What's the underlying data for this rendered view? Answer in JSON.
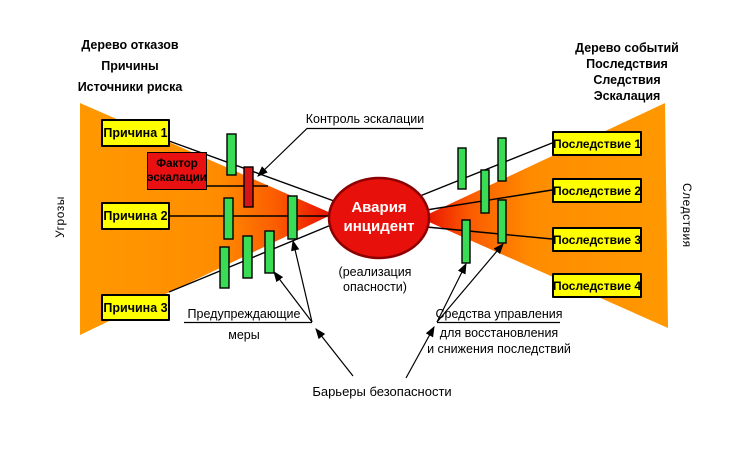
{
  "header_left": {
    "lines": [
      "Дерево отказов",
      "Причины",
      "Источники риска"
    ]
  },
  "header_right": {
    "lines": [
      "Дерево  событий",
      "Последствия",
      "Следствия",
      "Эскалация"
    ]
  },
  "side_left": "Угрозы",
  "side_right": "Следствия",
  "causes": [
    "Причина 1",
    "Причина 2",
    "Причина 3"
  ],
  "consequences": [
    "Последствие 1",
    "Последствие 2",
    "Последствие 3",
    "Последствие 4"
  ],
  "escalation_factor": {
    "lines": [
      "Фактор",
      "эскалации"
    ]
  },
  "center_event": {
    "lines": [
      "Авария",
      "инцидент"
    ],
    "subtitle_lines": [
      "(реализация",
      "опасности)"
    ]
  },
  "labels": {
    "escalation_control": "Контроль эскалации",
    "preventive_lines": [
      "Предупреждающие",
      "меры"
    ],
    "recovery_lines": [
      "Средства управления",
      "для восстановления",
      "и снижения последствий"
    ],
    "barriers": "Барьеры безопасности"
  },
  "colors": {
    "bowtie_orange": "#FF9900",
    "bowtie_hot_red": "#E60F00",
    "box_yellow": "#FFFF00",
    "barrier_green": "#3ADB55",
    "escalation_bar_red": "#D61616",
    "center_ellipse_red": "#E8100A",
    "center_ellipse_stroke": "#8B0000"
  }
}
